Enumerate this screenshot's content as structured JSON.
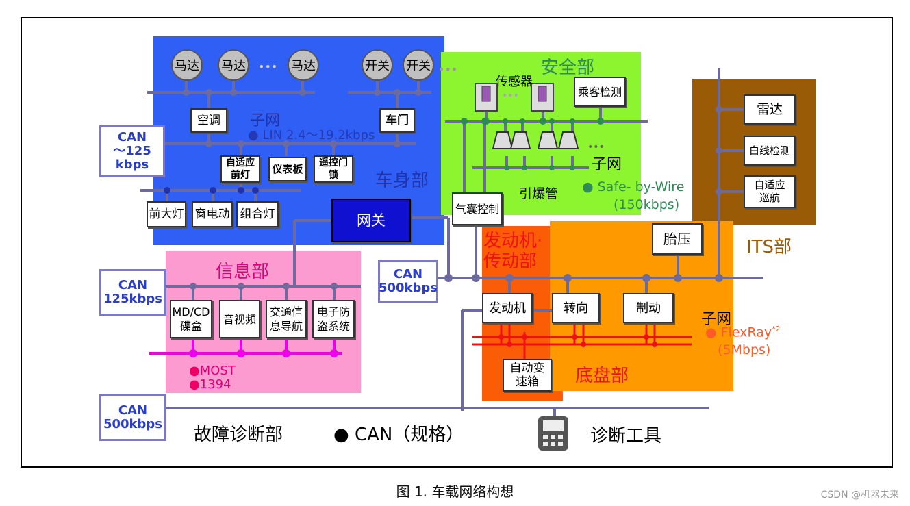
{
  "caption": "图 1.   车载网络构想",
  "watermark": "CSDN @机器未来",
  "body_zone": {
    "title": "车身部",
    "subnet_label": "子网",
    "lin_label": "LIN 2.4～19.2kbps",
    "motors": [
      "马达",
      "马达",
      "马达"
    ],
    "switches": [
      "开关",
      "开关"
    ],
    "ecus": {
      "aircon": "空调",
      "door": "车门",
      "headlight_adaptive": "自适应\n前灯",
      "dashboard": "仪表板",
      "remote_lock": "遥控门\n锁",
      "headlamp": "前大灯",
      "window": "窗电动",
      "combo_lamp": "组合灯"
    },
    "gateway": "网关",
    "ellipsis": "•••"
  },
  "safety_zone": {
    "title": "安全部",
    "sensor_label": "传感器",
    "passenger": "乘客检测",
    "subnet_label": "子网",
    "squib_label": "引爆管",
    "saw_label": "Safe- by-Wire",
    "saw_speed": "(150kbps)",
    "airbag": "气囊控制"
  },
  "its_zone": {
    "title": "ITS部",
    "radar": "雷达",
    "lane": "白线检测",
    "acc": "自适应\n巡航"
  },
  "info_zone": {
    "title": "信息部",
    "items": [
      "MD/CD\n碟盒",
      "音视频",
      "交通信\n息导航",
      "电子防\n盗系统"
    ],
    "most_label": "MOST",
    "ieee_label": "1394"
  },
  "engine_zone": {
    "title": "发动机·\n传动部",
    "engine": "发动机",
    "transmission": "自动变\n速箱"
  },
  "chassis_zone": {
    "title": "底盘部",
    "tire": "胎压",
    "steering": "转向",
    "brake": "制动",
    "subnet_label": "子网",
    "flexray_label": "FlexRay",
    "flexray_sup": "*2",
    "flexray_speed": "(5Mbps)"
  },
  "can_boxes": {
    "body": "CAN\n～125 kbps",
    "info": "CAN\n125kbps",
    "main": "CAN\n500kbps",
    "diag": "CAN\n500kbps"
  },
  "legend": {
    "diag_label": "故障诊断部",
    "can_legend": "CAN（规格）",
    "tool_label": "诊断工具"
  },
  "colors": {
    "body": "#2f5ff5",
    "safety": "#8cf530",
    "its": "#9a5b07",
    "info": "#fb9bd0",
    "engine": "#fb5d07",
    "chassis": "#fe9a00",
    "bus": "#6d6b9e",
    "most": "#ee00ee",
    "flexray": "#ee1111",
    "saw": "#2e8b57"
  }
}
